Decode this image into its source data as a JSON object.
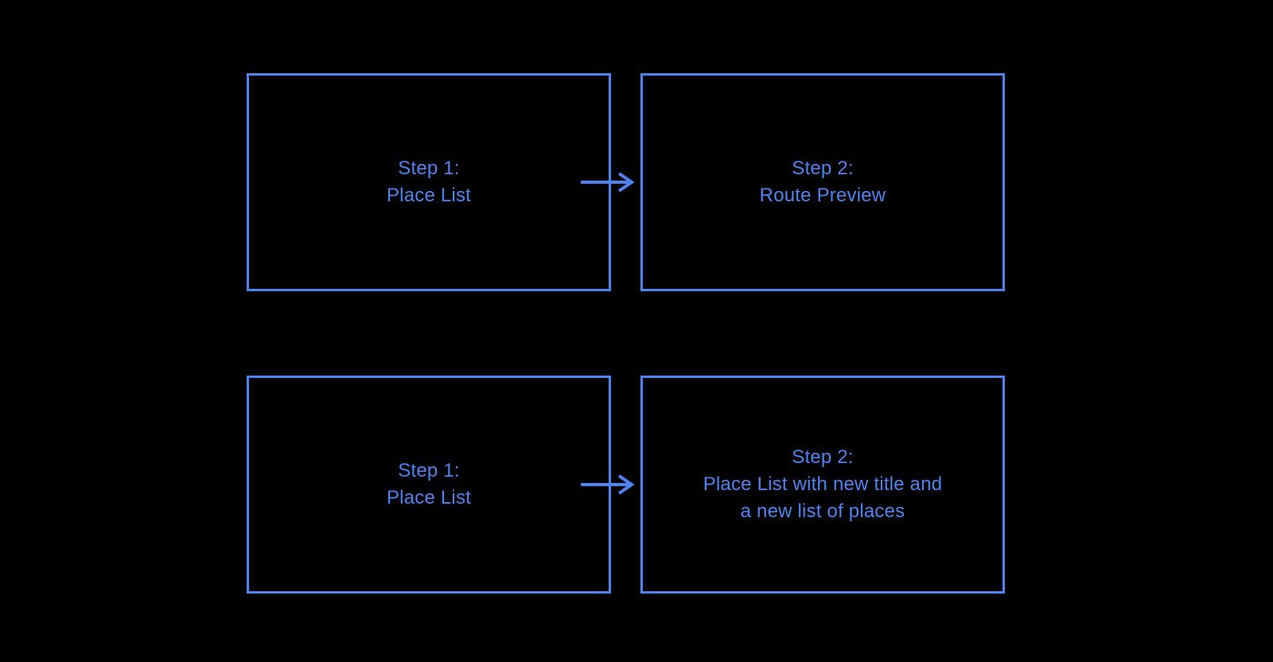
{
  "colors": {
    "background": "#000000",
    "accent": "#4d84f2"
  },
  "rows": [
    {
      "from_lines": [
        "Step 1:",
        "Place List"
      ],
      "to_lines": [
        "Step 2:",
        "Route Preview"
      ]
    },
    {
      "from_lines": [
        "Step 1:",
        "Place List"
      ],
      "to_lines": [
        "Step 2:",
        "Place List with new title and",
        "a new list of places"
      ]
    }
  ]
}
